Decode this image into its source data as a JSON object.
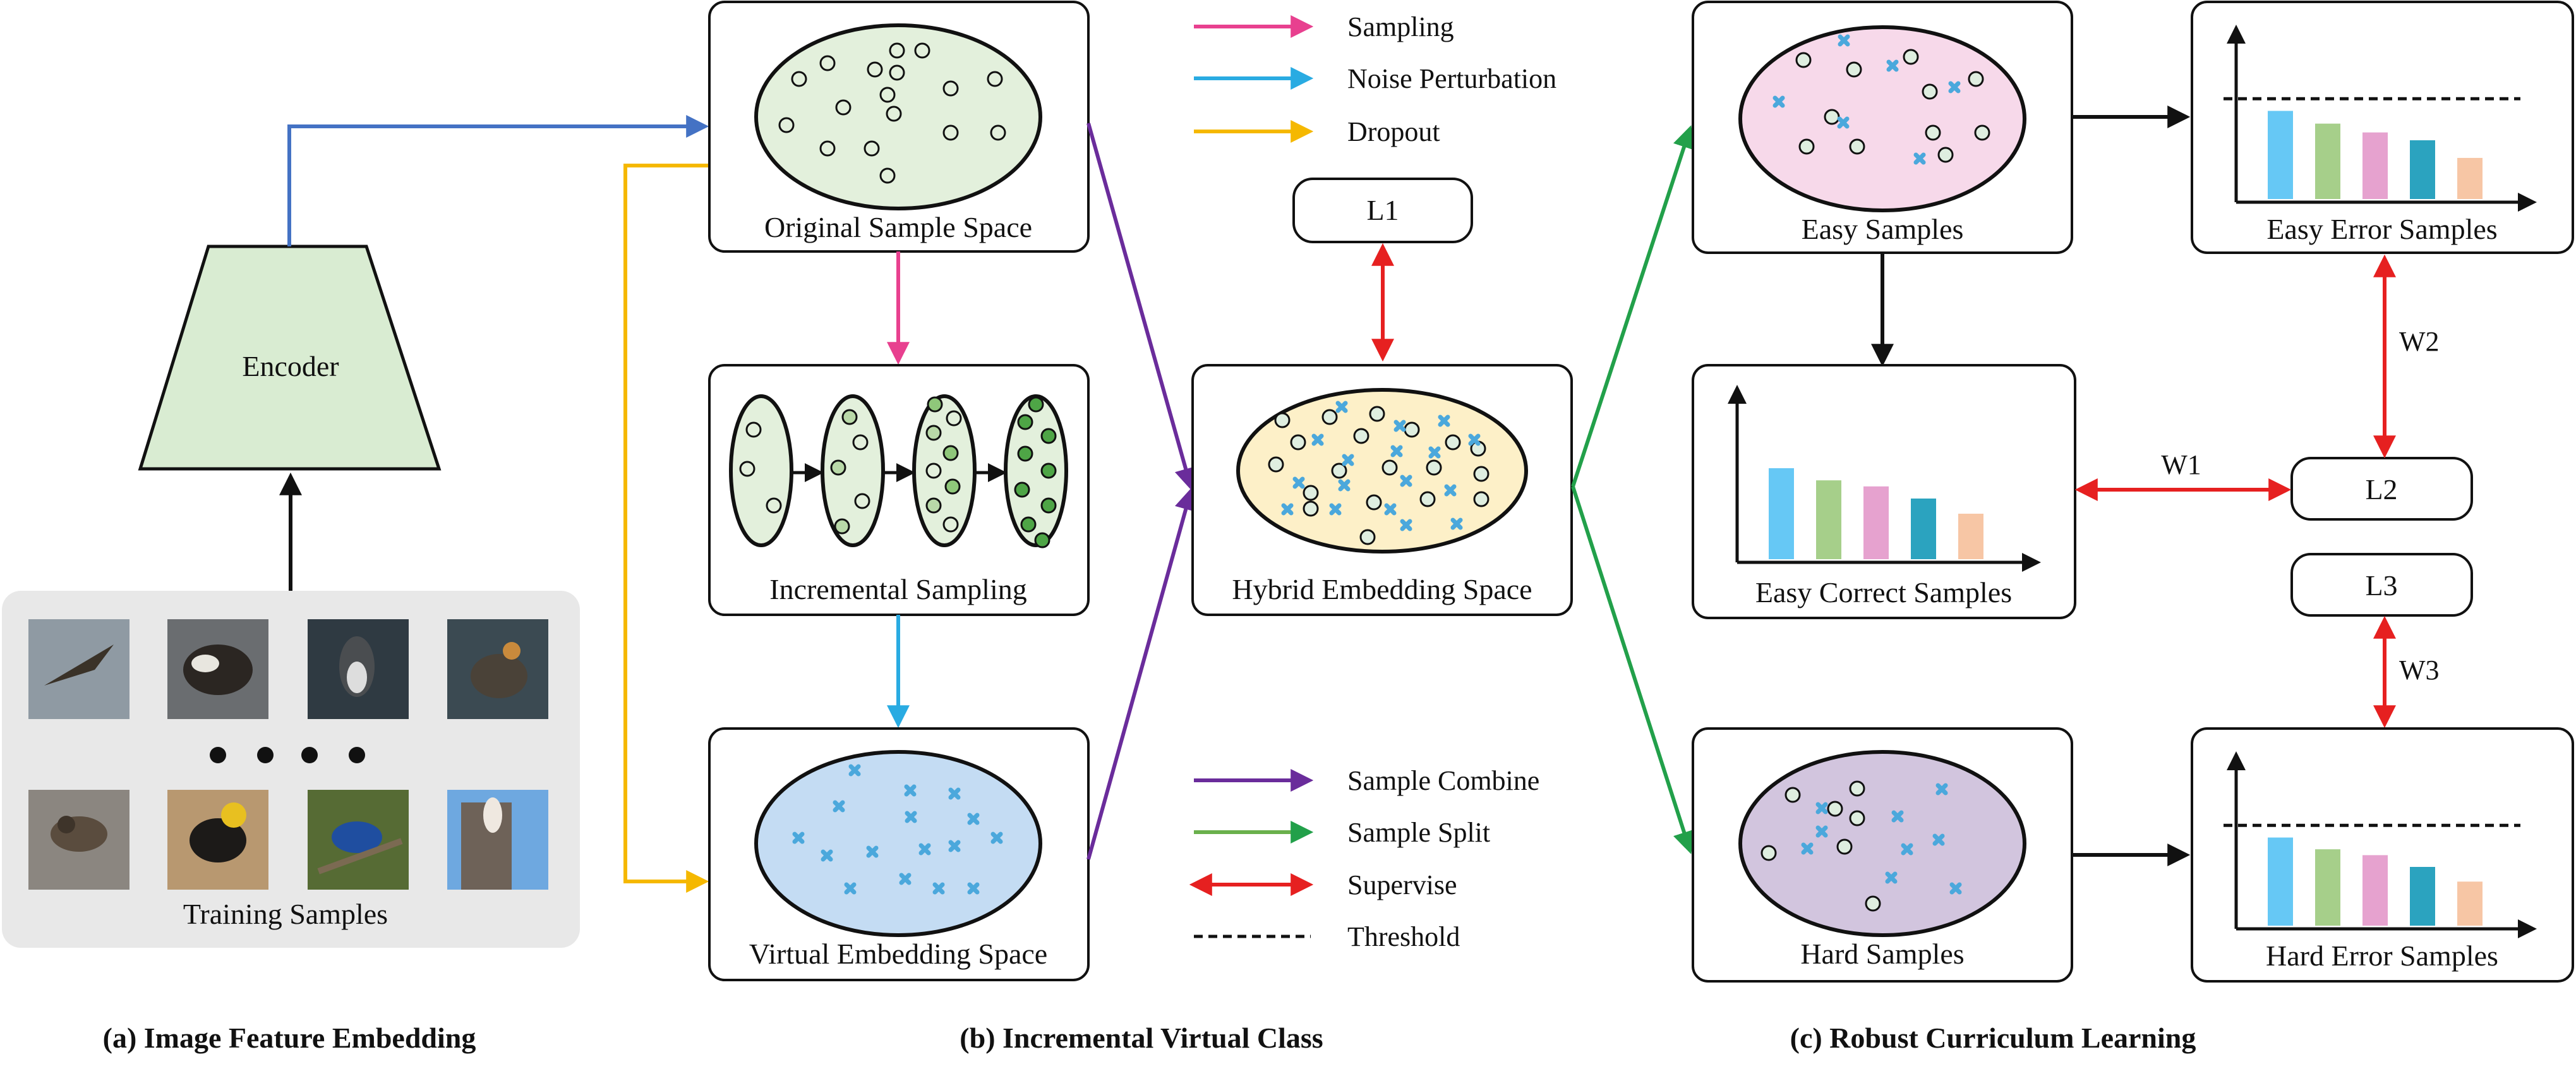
{
  "encoder": {
    "label": "Encoder"
  },
  "training": {
    "label": "Training Samples",
    "dots": "● ● ● ●"
  },
  "boxes": {
    "original": "Original Sample Space",
    "incremental": "Incremental Sampling",
    "virtual": "Virtual Embedding Space",
    "hybrid": "Hybrid Embedding Space",
    "easy": "Easy Samples",
    "hard": "Hard Samples",
    "easy_error": "Easy Error Samples",
    "easy_correct": "Easy Correct Samples",
    "hard_error": "Hard Error Samples"
  },
  "loss_boxes": {
    "l1": "L1",
    "l2": "L2",
    "l3": "L3"
  },
  "weights": {
    "w1": "W1",
    "w2": "W2",
    "w3": "W3"
  },
  "legend_top": [
    {
      "label": "Sampling",
      "color": "#e8408f"
    },
    {
      "label": "Noise Perturbation",
      "color": "#29abe2"
    },
    {
      "label": "Dropout",
      "color": "#f5b800"
    }
  ],
  "legend_bottom": [
    {
      "label": "Sample Combine",
      "color": "#6a2c9b"
    },
    {
      "label": "Sample Split",
      "color": "#6ab04c"
    },
    {
      "label": "Supervise",
      "color": "#e62020"
    },
    {
      "label": "Threshold",
      "color": "#111111"
    }
  ],
  "captions": {
    "a": "(a) Image Feature Embedding",
    "b": "(b) Incremental Virtual Class",
    "c": "(c) Robust Curriculum Learning"
  },
  "bar_colors": [
    "#66c8f5",
    "#a6cf8a",
    "#e6a2cf",
    "#2ba3bf",
    "#f7c6a5"
  ],
  "bars": {
    "easy_error": [
      0.9,
      0.77,
      0.68,
      0.6,
      0.42
    ],
    "easy_correct": [
      0.9,
      0.78,
      0.72,
      0.6,
      0.45
    ],
    "hard_error": [
      0.9,
      0.78,
      0.72,
      0.6,
      0.45
    ]
  },
  "threshold": {
    "easy_error": 0.96,
    "hard_error": 0.96
  }
}
